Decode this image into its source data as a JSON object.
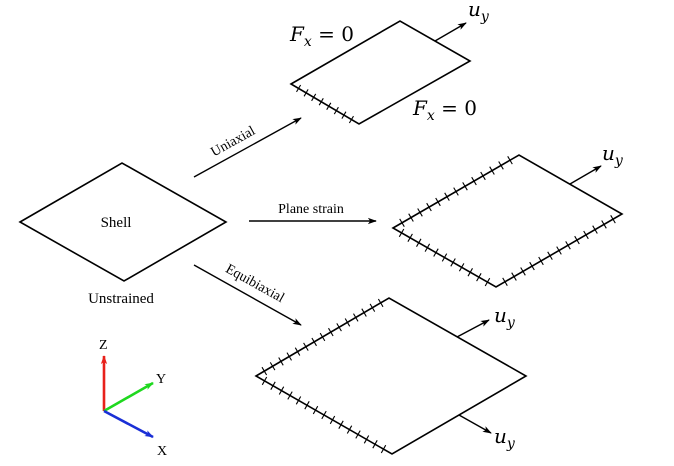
{
  "shell": {
    "label": "Shell",
    "caption": "Unstrained"
  },
  "transitions": {
    "uniaxial": "Uniaxial",
    "plane_strain": "Plane strain",
    "equibiaxial": "Equibiaxial"
  },
  "uniaxial_panel": {
    "force_top": {
      "var": "F",
      "sub": "x",
      "eq": " = 0"
    },
    "force_bottom": {
      "var": "F",
      "sub": "x",
      "eq": " = 0"
    },
    "displacement": {
      "var": "u",
      "sub": "y"
    }
  },
  "plane_strain_panel": {
    "displacement": {
      "var": "u",
      "sub": "y"
    }
  },
  "equibiaxial_panel": {
    "displacement_top": {
      "var": "u",
      "sub": "y"
    },
    "displacement_bottom": {
      "var": "u",
      "sub": "y"
    }
  },
  "axes": {
    "z": {
      "label": "Z",
      "color": "#e8211b"
    },
    "y": {
      "label": "Y",
      "color": "#1fd81f"
    },
    "x": {
      "label": "X",
      "color": "#1a2fd6"
    }
  }
}
